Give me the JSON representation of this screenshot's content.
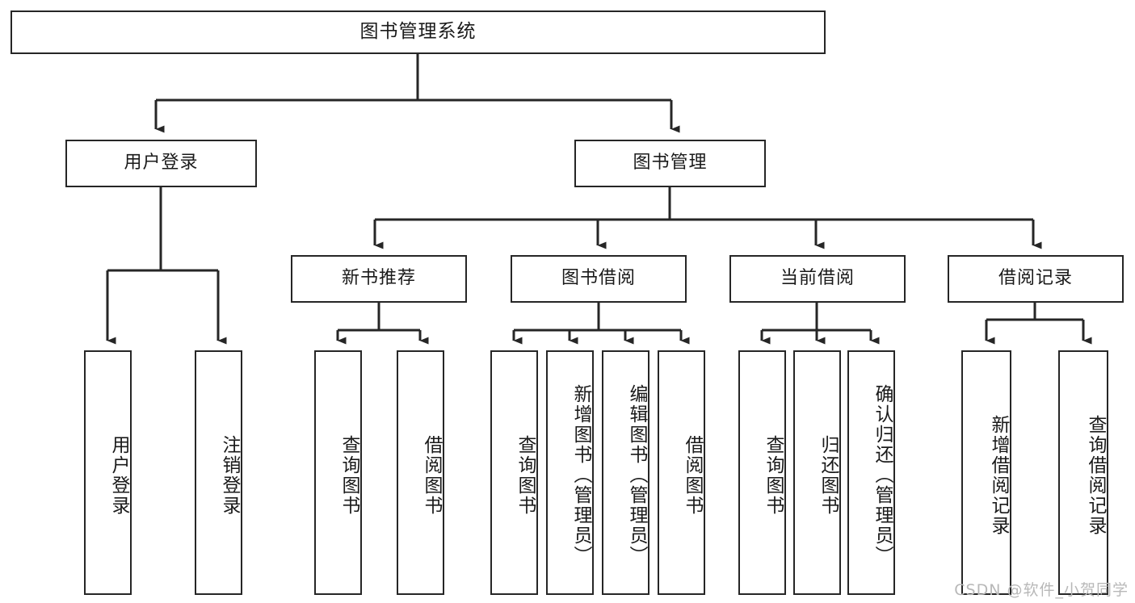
{
  "diagram": {
    "type": "tree-hierarchy",
    "title": "图书管理系统",
    "levels": 4,
    "root": {
      "label": "图书管理系统"
    },
    "level2": [
      {
        "label": "用户登录"
      },
      {
        "label": "图书管理"
      }
    ],
    "level3": [
      {
        "label": "新书推荐"
      },
      {
        "label": "图书借阅"
      },
      {
        "label": "当前借阅"
      },
      {
        "label": "借阅记录"
      }
    ],
    "leaves": {
      "user_login": [
        {
          "label": "用户登录"
        },
        {
          "label": "注销登录"
        }
      ],
      "new_book_recommend": [
        {
          "label": "查询图书"
        },
        {
          "label": "借阅图书"
        }
      ],
      "book_borrow": [
        {
          "label": "查询图书"
        },
        {
          "label": "新增图书（管理员）"
        },
        {
          "label": "编辑图书（管理员）"
        },
        {
          "label": "借阅图书"
        }
      ],
      "current_borrow": [
        {
          "label": "查询图书"
        },
        {
          "label": "归还图书"
        },
        {
          "label": "确认归还（管理员）"
        }
      ],
      "borrow_record": [
        {
          "label": "新增借阅记录"
        },
        {
          "label": "查询借阅记录"
        }
      ]
    }
  },
  "watermark": {
    "text": "CSDN @软件_小贺同学"
  },
  "colors": {
    "stroke": "#262626",
    "fill": "#ffffff",
    "text": "#1a1a1a",
    "watermark": "#b8b8b8"
  }
}
